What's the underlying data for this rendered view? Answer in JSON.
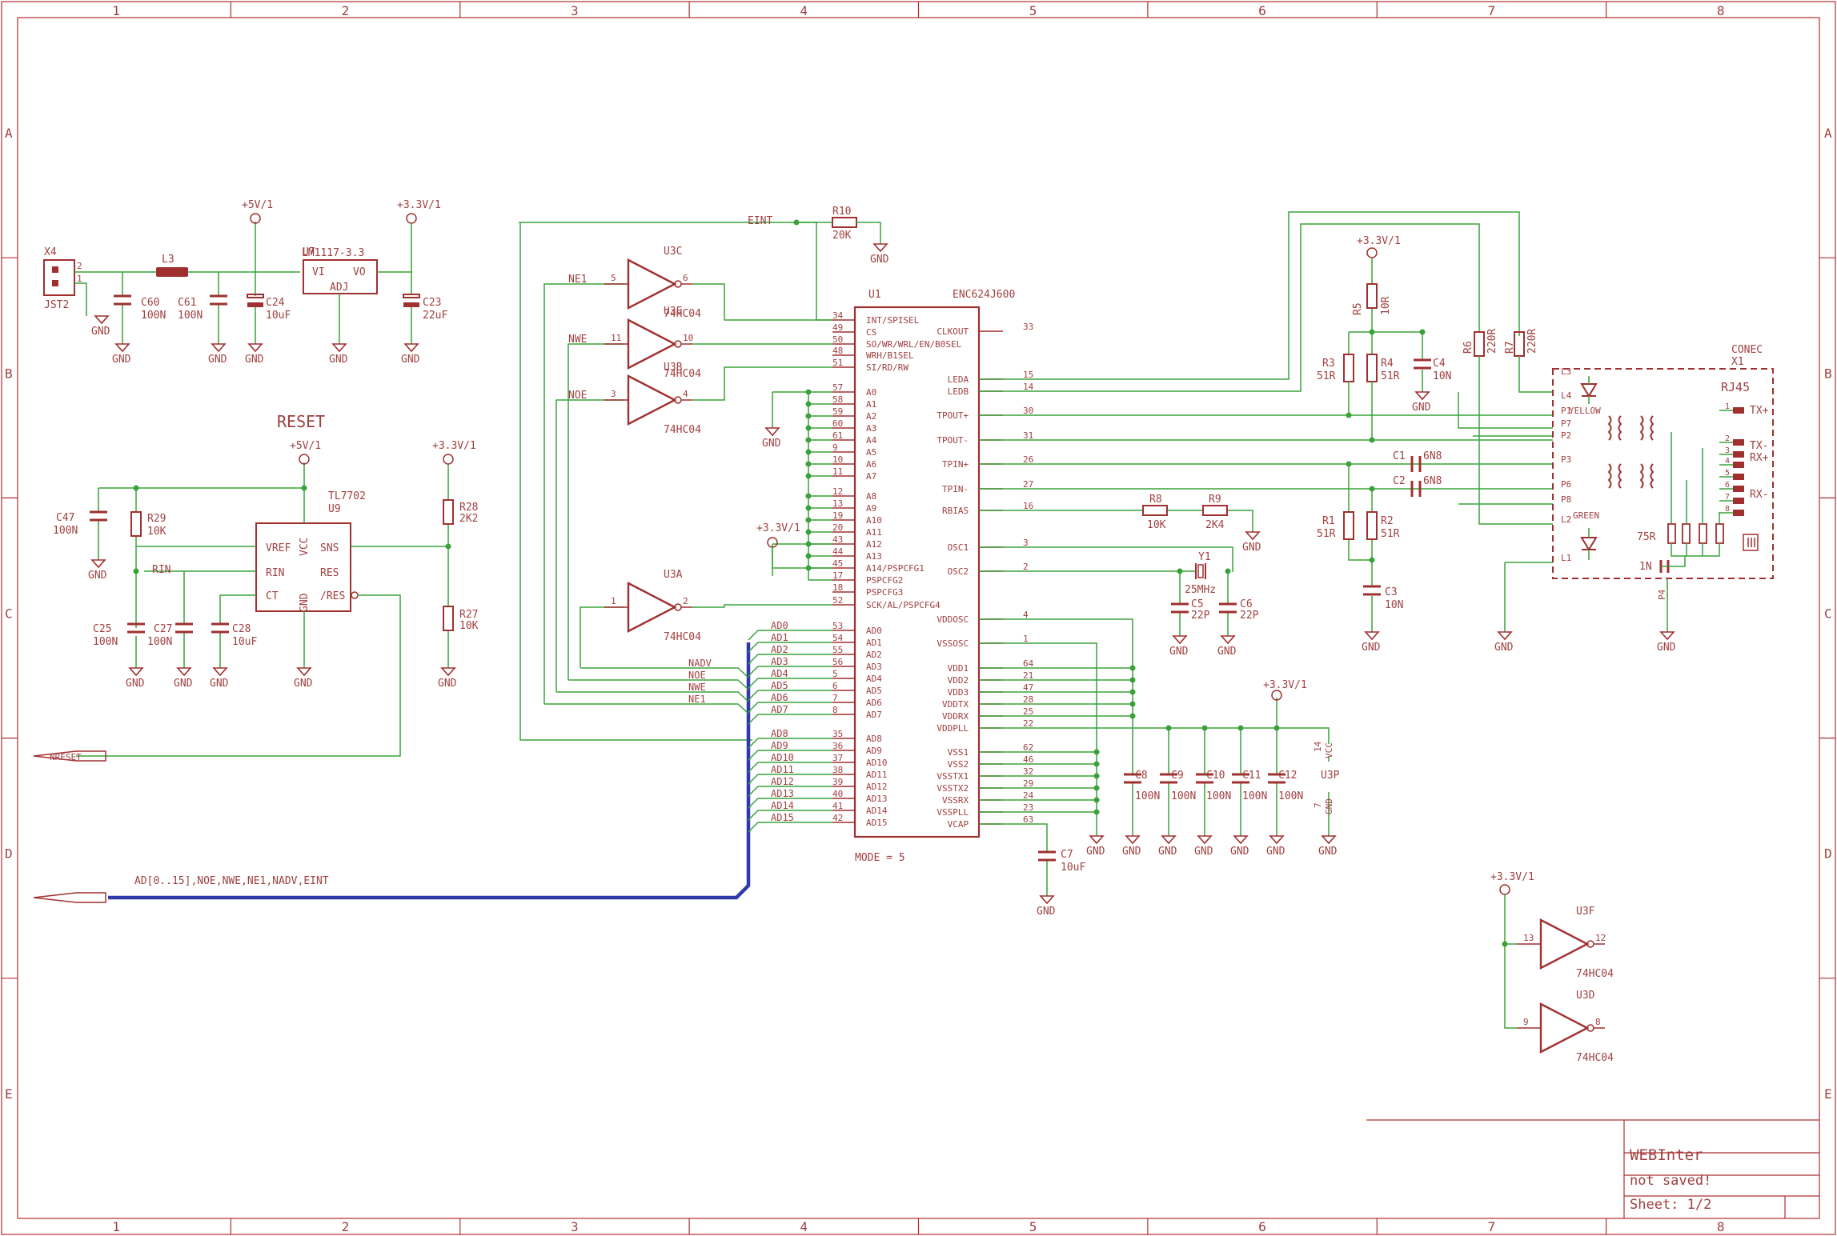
{
  "frame": {
    "columns": [
      "1",
      "2",
      "3",
      "4",
      "5",
      "6",
      "7",
      "8"
    ],
    "rows": [
      "A",
      "B",
      "C",
      "D",
      "E"
    ]
  },
  "title_block": {
    "name": "WEBInter",
    "status": "not saved!",
    "sheet": "Sheet: 1/2"
  },
  "power": {
    "connector": "X4",
    "connector_type": "JST2",
    "inductor": "L3",
    "regulator": "U7",
    "regulator_part": "LM1117-3.3",
    "reg_vi": "VI",
    "reg_vo": "VO",
    "reg_adj": "ADJ",
    "supply_5v": "+5V/1",
    "supply_33v": "+3.3V/1",
    "gnd": "GND",
    "caps": [
      {
        "ref": "C60",
        "val": "100N"
      },
      {
        "ref": "C61",
        "val": "100N"
      },
      {
        "ref": "C24",
        "val": "10uF"
      },
      {
        "ref": "C23",
        "val": "22uF"
      }
    ]
  },
  "reset": {
    "title": "RESET",
    "chip": "TL7702",
    "ref": "U9",
    "pins_left": [
      "VREF",
      "RIN",
      "CT"
    ],
    "pins_right": [
      "SNS",
      "RES",
      "/RES"
    ],
    "pin_vcc": "VCC",
    "pin_gnd": "GND",
    "net_rin": "RIN",
    "port_nreset": "NRESET",
    "parts": [
      {
        "ref": "C47",
        "val": "100N"
      },
      {
        "ref": "R29",
        "val": "10K"
      },
      {
        "ref": "C25",
        "val": "100N"
      },
      {
        "ref": "C27",
        "val": "100N"
      },
      {
        "ref": "C28",
        "val": "10uF"
      },
      {
        "ref": "R28",
        "val": "2K2"
      },
      {
        "ref": "R27",
        "val": "10K"
      }
    ]
  },
  "inverters": [
    {
      "ref": "U3C",
      "part": "74HC04",
      "in_net": "NE1",
      "in_pin": "5",
      "out_pin": "6"
    },
    {
      "ref": "U3E",
      "part": "74HC04",
      "in_net": "NWE",
      "in_pin": "11",
      "out_pin": "10"
    },
    {
      "ref": "U3B",
      "part": "74HC04",
      "in_net": "NOE",
      "in_pin": "3",
      "out_pin": "4"
    },
    {
      "ref": "U3A",
      "part": "74HC04",
      "in_pin": "1",
      "out_pin": "2"
    },
    {
      "ref": "U3F",
      "part": "74HC04",
      "in_pin": "13",
      "out_pin": "12"
    },
    {
      "ref": "U3D",
      "part": "74HC04",
      "in_pin": "9",
      "out_pin": "8"
    }
  ],
  "u3p": {
    "ref": "U3P",
    "vcc": "VCC",
    "gnd": "GND",
    "pin14": "14",
    "pin7": "7"
  },
  "controller": {
    "ref": "U1",
    "part": "ENC624J600",
    "mode": "MODE = 5",
    "eint": "EINT",
    "r10": {
      "ref": "R10",
      "val": "20K"
    },
    "left_pins": [
      {
        "num": "34",
        "name": "INT/SPISEL"
      },
      {
        "num": "49",
        "name": "CS"
      },
      {
        "num": "50",
        "name": "SO/WR/WRL/EN/B0SEL"
      },
      {
        "num": "48",
        "name": "WRH/B1SEL"
      },
      {
        "num": "51",
        "name": "SI/RD/RW"
      },
      {
        "num": "57",
        "name": "A0"
      },
      {
        "num": "58",
        "name": "A1"
      },
      {
        "num": "59",
        "name": "A2"
      },
      {
        "num": "60",
        "name": "A3"
      },
      {
        "num": "61",
        "name": "A4"
      },
      {
        "num": "9",
        "name": "A5"
      },
      {
        "num": "10",
        "name": "A6"
      },
      {
        "num": "11",
        "name": "A7"
      },
      {
        "num": "12",
        "name": "A8"
      },
      {
        "num": "13",
        "name": "A9"
      },
      {
        "num": "19",
        "name": "A10"
      },
      {
        "num": "20",
        "name": "A11"
      },
      {
        "num": "43",
        "name": "A12"
      },
      {
        "num": "44",
        "name": "A13"
      },
      {
        "num": "45",
        "name": "A14/PSPCFG1"
      },
      {
        "num": "17",
        "name": "PSPCFG2"
      },
      {
        "num": "18",
        "name": "PSPCFG3"
      },
      {
        "num": "52",
        "name": "SCK/AL/PSPCFG4"
      },
      {
        "num": "53",
        "name": "AD0"
      },
      {
        "num": "54",
        "name": "AD1"
      },
      {
        "num": "55",
        "name": "AD2"
      },
      {
        "num": "56",
        "name": "AD3"
      },
      {
        "num": "5",
        "name": "AD4"
      },
      {
        "num": "6",
        "name": "AD5"
      },
      {
        "num": "7",
        "name": "AD6"
      },
      {
        "num": "8",
        "name": "AD7"
      },
      {
        "num": "35",
        "name": "AD8"
      },
      {
        "num": "36",
        "name": "AD9"
      },
      {
        "num": "37",
        "name": "AD10"
      },
      {
        "num": "38",
        "name": "AD11"
      },
      {
        "num": "39",
        "name": "AD12"
      },
      {
        "num": "40",
        "name": "AD13"
      },
      {
        "num": "41",
        "name": "AD14"
      },
      {
        "num": "42",
        "name": "AD15"
      }
    ],
    "right_pins": [
      {
        "num": "33",
        "name": "CLKOUT"
      },
      {
        "num": "15",
        "name": "LEDA"
      },
      {
        "num": "14",
        "name": "LEDB"
      },
      {
        "num": "30",
        "name": "TPOUT+"
      },
      {
        "num": "31",
        "name": "TPOUT-"
      },
      {
        "num": "26",
        "name": "TPIN+"
      },
      {
        "num": "27",
        "name": "TPIN-"
      },
      {
        "num": "16",
        "name": "RBIAS"
      },
      {
        "num": "3",
        "name": "OSC1"
      },
      {
        "num": "2",
        "name": "OSC2"
      },
      {
        "num": "4",
        "name": "VDDOSC"
      },
      {
        "num": "1",
        "name": "VSSOSC"
      },
      {
        "num": "64",
        "name": "VDD1"
      },
      {
        "num": "21",
        "name": "VDD2"
      },
      {
        "num": "47",
        "name": "VDD3"
      },
      {
        "num": "28",
        "name": "VDDTX"
      },
      {
        "num": "25",
        "name": "VDDRX"
      },
      {
        "num": "22",
        "name": "VDDPLL"
      },
      {
        "num": "62",
        "name": "VSS1"
      },
      {
        "num": "46",
        "name": "VSS2"
      },
      {
        "num": "32",
        "name": "VSSTX1"
      },
      {
        "num": "29",
        "name": "VSSTX2"
      },
      {
        "num": "24",
        "name": "VSSRX"
      },
      {
        "num": "23",
        "name": "VSSPLL"
      },
      {
        "num": "63",
        "name": "VCAP"
      }
    ],
    "bus_nets": [
      "AD0",
      "AD1",
      "AD2",
      "AD3",
      "AD4",
      "AD5",
      "AD6",
      "AD7",
      "AD8",
      "AD9",
      "AD10",
      "AD11",
      "AD12",
      "AD13",
      "AD14",
      "AD15"
    ],
    "ctrl_nets": [
      "NADV",
      "NOE",
      "NWE",
      "NE1"
    ],
    "bus_label": "AD[0..15],NOE,NWE,NE1,NADV,EINT"
  },
  "passives": [
    {
      "ref": "R8",
      "val": "10K"
    },
    {
      "ref": "R9",
      "val": "2K4"
    },
    {
      "ref": "Y1",
      "val": "25MHz"
    },
    {
      "ref": "C5",
      "val": "22P"
    },
    {
      "ref": "C6",
      "val": "22P"
    },
    {
      "ref": "C7",
      "val": "10uF"
    },
    {
      "ref": "C8",
      "val": "100N"
    },
    {
      "ref": "C9",
      "val": "100N"
    },
    {
      "ref": "C10",
      "val": "100N"
    },
    {
      "ref": "C11",
      "val": "100N"
    },
    {
      "ref": "C12",
      "val": "100N"
    },
    {
      "ref": "R5",
      "val": "10R"
    },
    {
      "ref": "R3",
      "val": "51R"
    },
    {
      "ref": "R4",
      "val": "51R"
    },
    {
      "ref": "C4",
      "val": "10N"
    },
    {
      "ref": "R1",
      "val": "51R"
    },
    {
      "ref": "R2",
      "val": "51R"
    },
    {
      "ref": "C3",
      "val": "10N"
    },
    {
      "ref": "C1",
      "val": "6N8"
    },
    {
      "ref": "C2",
      "val": "6N8"
    },
    {
      "ref": "R6",
      "val": "220R"
    },
    {
      "ref": "R7",
      "val": "220R"
    }
  ],
  "rj45": {
    "maker": "CONEC",
    "ref": "X1",
    "type": "RJ45",
    "yellow": "YELLOW",
    "green": "GREEN",
    "r75": "75R",
    "c1n": "1N",
    "p4": "P4",
    "left_pins": [
      "L3",
      "L4",
      "P1",
      "P7",
      "P2",
      "P3",
      "P6",
      "P8",
      "L2",
      "L1"
    ],
    "right_pins": [
      "1",
      "2",
      "3",
      "4",
      "5",
      "6",
      "7",
      "8"
    ],
    "signals": [
      "TX+",
      "TX-",
      "RX+",
      "RX-"
    ]
  }
}
